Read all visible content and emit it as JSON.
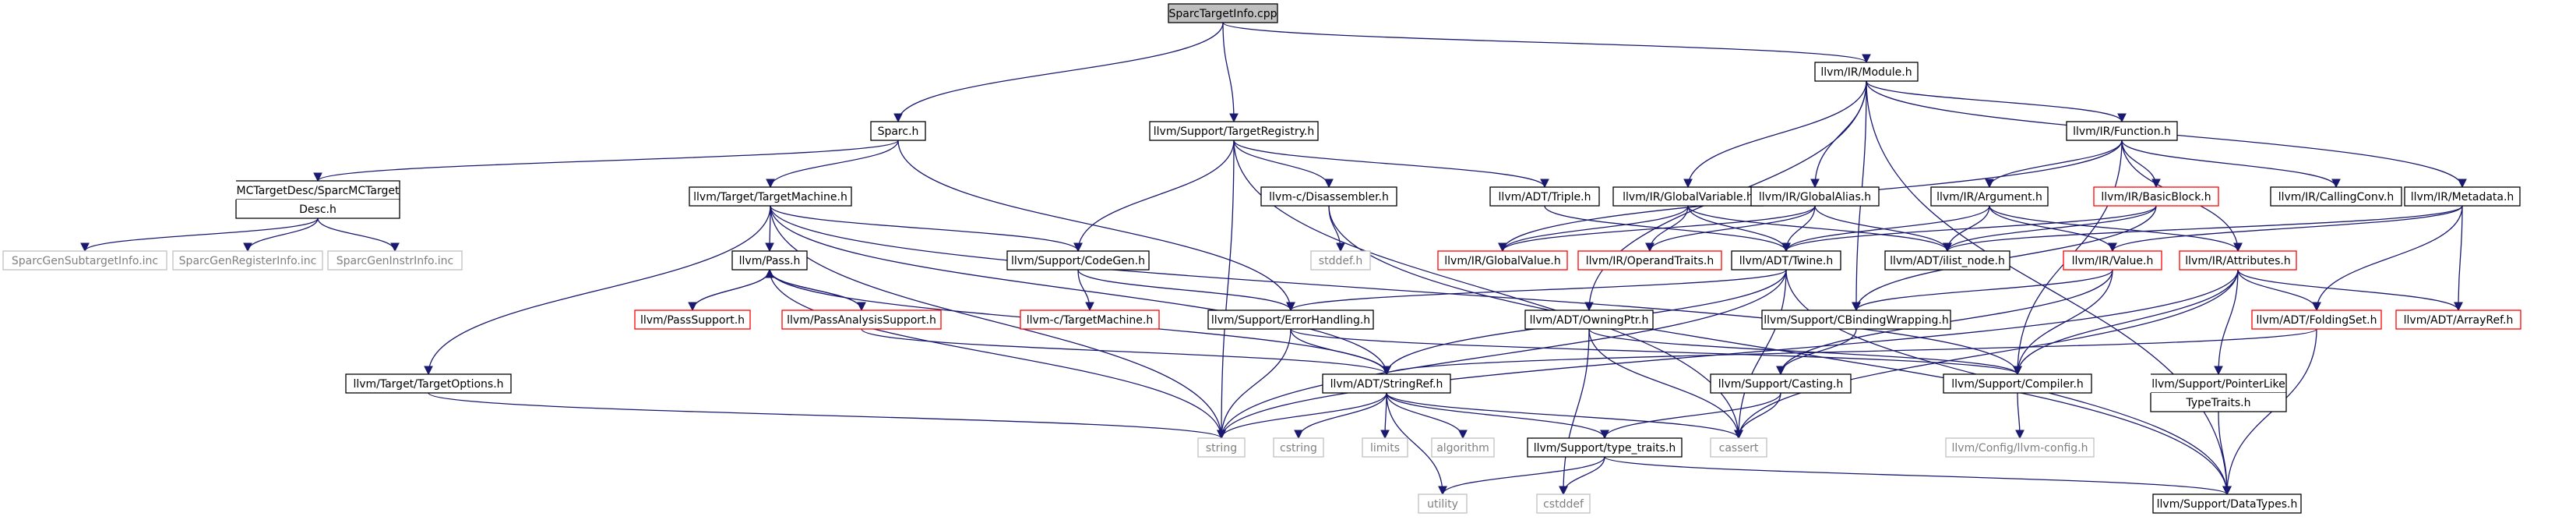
{
  "graph": {
    "nodes": [
      {
        "id": "root",
        "label": "SparcTargetInfo.cpp",
        "style": "root"
      },
      {
        "id": "module",
        "label": "llvm/IR/Module.h",
        "style": "normal"
      },
      {
        "id": "sparc",
        "label": "Sparc.h",
        "style": "normal"
      },
      {
        "id": "registry",
        "label": "llvm/Support/TargetRegistry.h",
        "style": "normal"
      },
      {
        "id": "function",
        "label": "llvm/IR/Function.h",
        "style": "normal"
      },
      {
        "id": "mcdesc1",
        "label": "MCTargetDesc/SparcMCTarget",
        "style": "normal"
      },
      {
        "id": "mcdesc2",
        "label": "Desc.h",
        "style": "normal"
      },
      {
        "id": "targetmachine",
        "label": "llvm/Target/TargetMachine.h",
        "style": "normal"
      },
      {
        "id": "disassembler",
        "label": "llvm-c/Disassembler.h",
        "style": "normal"
      },
      {
        "id": "triple",
        "label": "llvm/ADT/Triple.h",
        "style": "normal"
      },
      {
        "id": "globalvariable",
        "label": "llvm/IR/GlobalVariable.h",
        "style": "normal"
      },
      {
        "id": "globalalias",
        "label": "llvm/IR/GlobalAlias.h",
        "style": "normal"
      },
      {
        "id": "argument",
        "label": "llvm/IR/Argument.h",
        "style": "normal"
      },
      {
        "id": "basicblock",
        "label": "llvm/IR/BasicBlock.h",
        "style": "red"
      },
      {
        "id": "callingconv",
        "label": "llvm/IR/CallingConv.h",
        "style": "normal"
      },
      {
        "id": "metadata",
        "label": "llvm/IR/Metadata.h",
        "style": "normal"
      },
      {
        "id": "gensubtarget",
        "label": "SparcGenSubtargetInfo.inc",
        "style": "gray"
      },
      {
        "id": "genregister",
        "label": "SparcGenRegisterInfo.inc",
        "style": "gray"
      },
      {
        "id": "geninstr",
        "label": "SparcGenInstrInfo.inc",
        "style": "gray"
      },
      {
        "id": "pass",
        "label": "llvm/Pass.h",
        "style": "normal"
      },
      {
        "id": "codegen",
        "label": "llvm/Support/CodeGen.h",
        "style": "normal"
      },
      {
        "id": "stddefh",
        "label": "stddef.h",
        "style": "gray"
      },
      {
        "id": "globalvalue",
        "label": "llvm/IR/GlobalValue.h",
        "style": "red"
      },
      {
        "id": "operandtraits",
        "label": "llvm/IR/OperandTraits.h",
        "style": "red"
      },
      {
        "id": "twine",
        "label": "llvm/ADT/Twine.h",
        "style": "normal"
      },
      {
        "id": "ilistnode",
        "label": "llvm/ADT/ilist_node.h",
        "style": "normal"
      },
      {
        "id": "value",
        "label": "llvm/IR/Value.h",
        "style": "red"
      },
      {
        "id": "attributes",
        "label": "llvm/IR/Attributes.h",
        "style": "red"
      },
      {
        "id": "passsupport",
        "label": "llvm/PassSupport.h",
        "style": "red"
      },
      {
        "id": "passanalysis",
        "label": "llvm/PassAnalysisSupport.h",
        "style": "red"
      },
      {
        "id": "ctargetmachine",
        "label": "llvm-c/TargetMachine.h",
        "style": "red"
      },
      {
        "id": "errorhandling",
        "label": "llvm/Support/ErrorHandling.h",
        "style": "normal"
      },
      {
        "id": "owningptr",
        "label": "llvm/ADT/OwningPtr.h",
        "style": "normal"
      },
      {
        "id": "cbinding",
        "label": "llvm/Support/CBindingWrapping.h",
        "style": "normal"
      },
      {
        "id": "foldingset",
        "label": "llvm/ADT/FoldingSet.h",
        "style": "red"
      },
      {
        "id": "arrayref",
        "label": "llvm/ADT/ArrayRef.h",
        "style": "red"
      },
      {
        "id": "targetoptions",
        "label": "llvm/Target/TargetOptions.h",
        "style": "normal"
      },
      {
        "id": "stringref",
        "label": "llvm/ADT/StringRef.h",
        "style": "normal"
      },
      {
        "id": "casting",
        "label": "llvm/Support/Casting.h",
        "style": "normal"
      },
      {
        "id": "compiler",
        "label": "llvm/Support/Compiler.h",
        "style": "normal"
      },
      {
        "id": "pointerlike1",
        "label": "llvm/Support/PointerLike",
        "style": "normal"
      },
      {
        "id": "pointerlike2",
        "label": "TypeTraits.h",
        "style": "normal"
      },
      {
        "id": "string",
        "label": "string",
        "style": "gray"
      },
      {
        "id": "cstring",
        "label": "cstring",
        "style": "gray"
      },
      {
        "id": "limits",
        "label": "limits",
        "style": "gray"
      },
      {
        "id": "algorithm",
        "label": "algorithm",
        "style": "gray"
      },
      {
        "id": "typetraits",
        "label": "llvm/Support/type_traits.h",
        "style": "normal"
      },
      {
        "id": "cassert",
        "label": "cassert",
        "style": "gray"
      },
      {
        "id": "llvmconfig",
        "label": "llvm/Config/llvm-config.h",
        "style": "gray"
      },
      {
        "id": "utility",
        "label": "utility",
        "style": "gray"
      },
      {
        "id": "cstddef",
        "label": "cstddef",
        "style": "gray"
      },
      {
        "id": "datatypes",
        "label": "llvm/Support/DataTypes.h",
        "style": "normal"
      }
    ],
    "colors": {
      "edge": "#191970",
      "normal_border": "#000000",
      "red_border": "#ff0000",
      "gray_border": "#bfbfbf",
      "gray_text": "#7f7f7f",
      "root_fill": "#bfbfbf"
    }
  }
}
